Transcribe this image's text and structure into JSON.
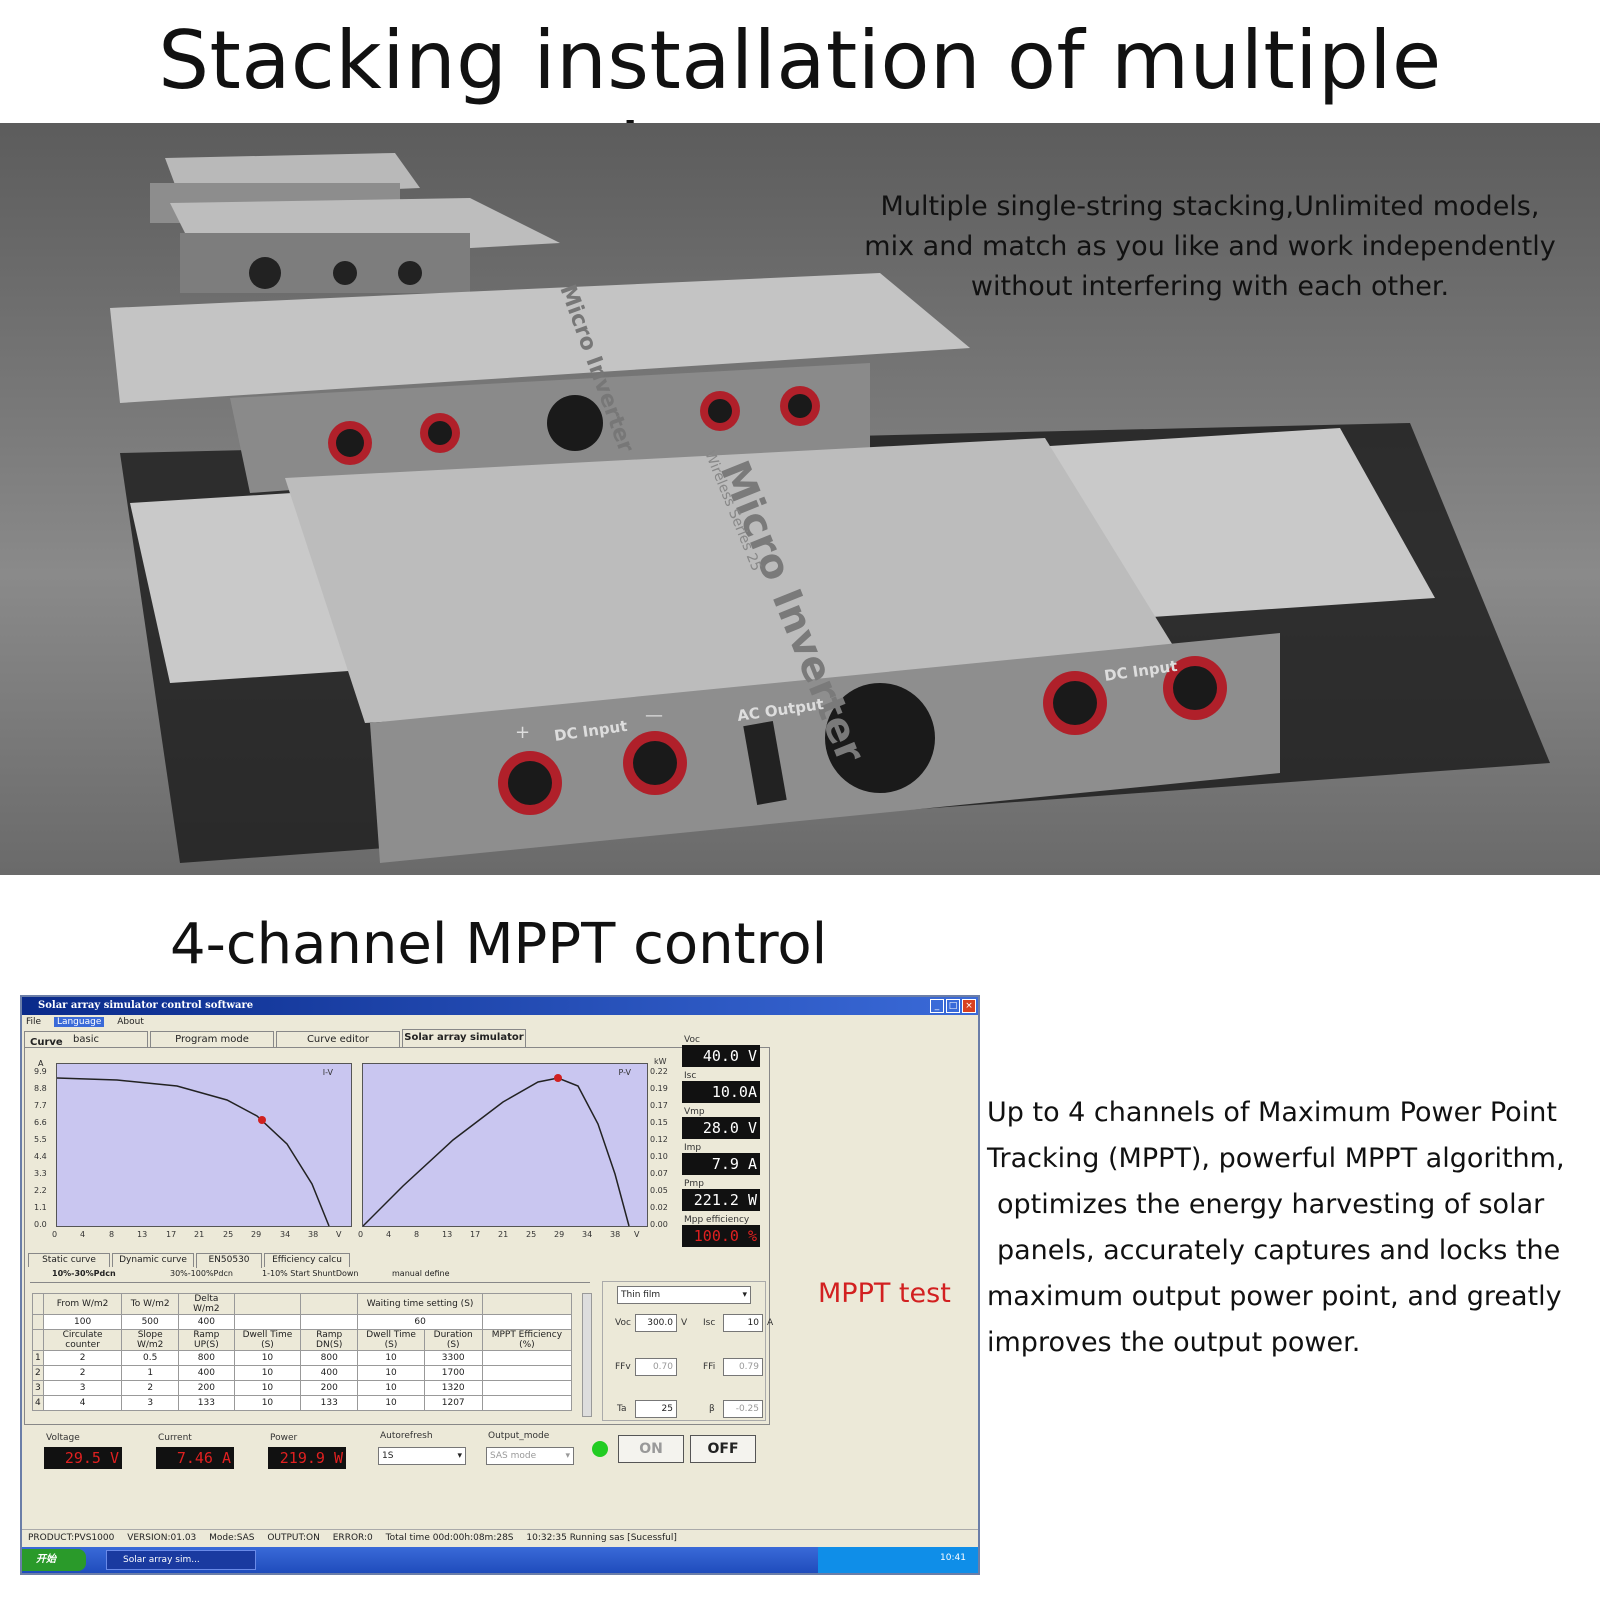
{
  "header": {
    "title": "Stacking installation of multiple inverters"
  },
  "photo": {
    "caption_lines": [
      "Multiple single-string stacking,Unlimited models,",
      "mix and match as you like and work independently",
      "without interfering with each other."
    ],
    "labels": {
      "brand": "Micro Inverter",
      "series": "Wireless Series 25",
      "dc_input": "DC Input",
      "ac_output": "AC Output",
      "plus": "+",
      "minus": "—"
    }
  },
  "section2": {
    "title": "4-channel MPPT control"
  },
  "software": {
    "window_title": "Solar array simulator control software",
    "menu": [
      "File",
      "Language",
      "About"
    ],
    "tabs": [
      "basic",
      "Program mode",
      "Curve editor",
      "Solar array simulator"
    ],
    "curve_tab": "Curve",
    "iv_plot": {
      "y_unit": "A",
      "x_unit": "V",
      "curve_label": "I-V",
      "y_ticks": [
        "9.9",
        "8.8",
        "7.7",
        "6.6",
        "5.5",
        "4.4",
        "3.3",
        "2.2",
        "1.1",
        "0.0"
      ],
      "x_ticks": [
        "0",
        "4",
        "8",
        "13",
        "17",
        "21",
        "25",
        "29",
        "34",
        "38"
      ]
    },
    "pv_plot": {
      "y_unit": "kW",
      "x_unit": "V",
      "curve_label": "P-V",
      "y_ticks": [
        "0.22",
        "0.19",
        "0.17",
        "0.15",
        "0.12",
        "0.10",
        "0.07",
        "0.05",
        "0.02",
        "0.00"
      ],
      "x_ticks": [
        "0",
        "4",
        "8",
        "13",
        "17",
        "21",
        "25",
        "29",
        "34",
        "38"
      ]
    },
    "readouts": [
      {
        "label": "Voc",
        "value": "40.0 V"
      },
      {
        "label": "Isc",
        "value": "10.0A"
      },
      {
        "label": "Vmp",
        "value": "28.0 V"
      },
      {
        "label": "Imp",
        "value": "7.9 A"
      },
      {
        "label": "Pmp",
        "value": "221.2 W"
      },
      {
        "label": "Mpp efficiency",
        "value": "100.0 %"
      }
    ],
    "lower_tabs": [
      "Static curve",
      "Dynamic curve",
      "EN50530",
      "Efficiency calcu"
    ],
    "sub_tabs": [
      "10%-30%Pdcn",
      "30%-100%Pdcn",
      "1-10% Start ShuntDown",
      "manual define"
    ],
    "table": {
      "header1": [
        "From W/m2",
        "To W/m2",
        "Delta W/m2",
        "Waiting time setting (S)"
      ],
      "header1_values": [
        "100",
        "500",
        "400",
        "60"
      ],
      "header2": [
        "Circulate counter",
        "Slope W/m2",
        "Ramp UP(S)",
        "Dwell Time (S)",
        "Ramp DN(S)",
        "Dwell Time (S)",
        "Duration (S)",
        "MPPT Efficiency (%)"
      ],
      "rows": [
        [
          "1",
          "2",
          "0.5",
          "800",
          "10",
          "800",
          "10",
          "3300",
          ""
        ],
        [
          "2",
          "2",
          "1",
          "400",
          "10",
          "400",
          "10",
          "1700",
          ""
        ],
        [
          "3",
          "3",
          "2",
          "200",
          "10",
          "200",
          "10",
          "1320",
          ""
        ],
        [
          "4",
          "4",
          "3",
          "133",
          "10",
          "133",
          "10",
          "1207",
          ""
        ]
      ]
    },
    "params": {
      "type": "Thin film",
      "voc_label": "Voc",
      "voc_value": "300.0",
      "voc_unit": "V",
      "isc_label": "Isc",
      "isc_value": "10",
      "isc_unit": "A",
      "ffv_label": "FFv",
      "ffv_value": "0.70",
      "ffi_label": "FFi",
      "ffi_value": "0.79",
      "ta_label": "Ta",
      "ta_value": "25",
      "beta_label": "β",
      "beta_value": "-0.25"
    },
    "bottom": {
      "voltage_label": "Voltage",
      "voltage_value": "29.5 V",
      "current_label": "Current",
      "current_value": "7.46 A",
      "power_label": "Power",
      "power_value": "219.9 W",
      "autorefresh_label": "Autorefresh",
      "autorefresh_value": "1S",
      "output_mode_label": "Output_mode",
      "output_mode_value": "SAS mode",
      "on_label": "ON",
      "off_label": "OFF"
    },
    "status": [
      "PRODUCT:PVS1000",
      "VERSION:01.03",
      "Mode:SAS",
      "OUTPUT:ON",
      "ERROR:0",
      "Total time 00d:00h:08m:28S",
      "10:32:35 Running sas [Sucessful]"
    ],
    "taskbar": {
      "start": "开始",
      "task": "Solar array sim...",
      "clock": "10:41"
    }
  },
  "mppt_label": "MPPT test",
  "description_lines": [
    "Up to 4 channels of Maximum Power Point",
    "Tracking (MPPT), powerful MPPT algorithm,",
    "optimizes the energy harvesting of solar",
    "panels, accurately captures and locks the",
    "maximum output power point, and greatly",
    "improves the output power."
  ],
  "colors": {
    "plot_bg": "#c9c6f0",
    "lcd_red": "#e02020",
    "accent_red": "#d22020",
    "titlebar": "#0a2a8a"
  }
}
